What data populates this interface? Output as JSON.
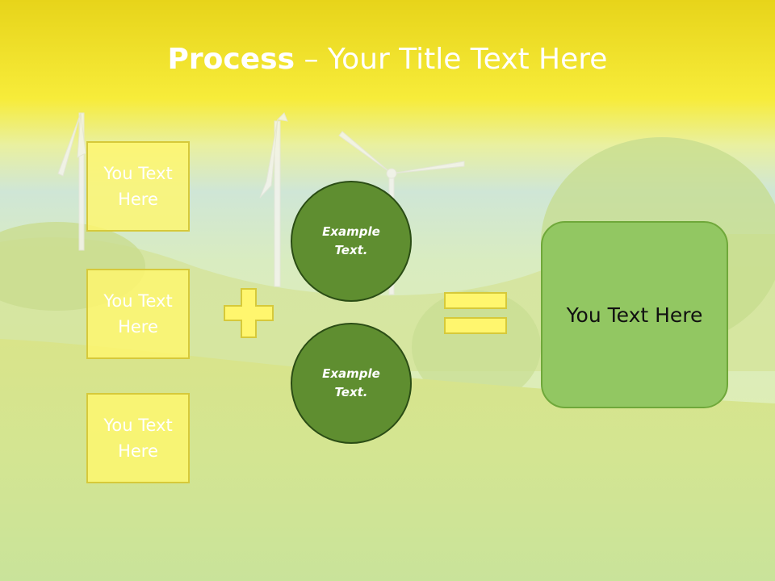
{
  "slide": {
    "title_bold": "Process",
    "title_rest": " – Your Title Text Here"
  },
  "left_boxes": [
    {
      "label": "You Text Here"
    },
    {
      "label": "You Text Here"
    },
    {
      "label": "You Text Here"
    }
  ],
  "circles": [
    {
      "label": "Example Text."
    },
    {
      "label": "Example Text."
    }
  ],
  "result": {
    "label": "You Text Here"
  },
  "colors": {
    "title_band": "#f6e92f",
    "box_fill": "#fff66e",
    "circle_fill": "#5f8e30",
    "result_fill": "#92c762"
  }
}
